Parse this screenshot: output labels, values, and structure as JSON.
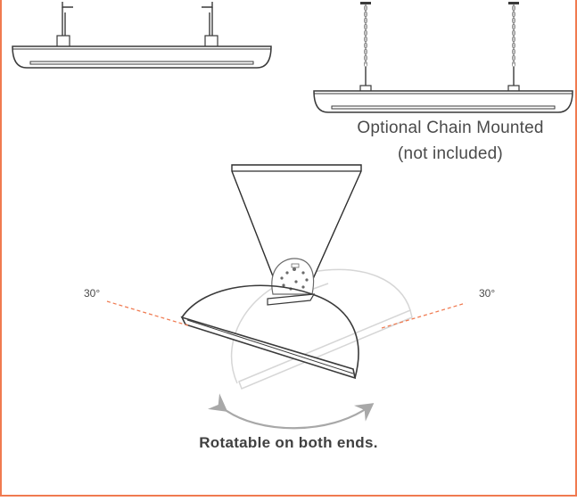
{
  "labels": {
    "chain_caption_line1": "Optional Chain Mounted",
    "chain_caption_line2": "(not included)",
    "angle_left": "30°",
    "angle_right": "30°",
    "footer": "Rotatable on both ends."
  },
  "colors": {
    "border": "#f07a50",
    "line": "#3a3a3a",
    "ghost": "#d6d6d6",
    "dashed": "#f07a50",
    "arrow": "#a8a8a8"
  },
  "icons": {
    "rotation_arrows": "double-headed-curved-arrow-icon"
  }
}
